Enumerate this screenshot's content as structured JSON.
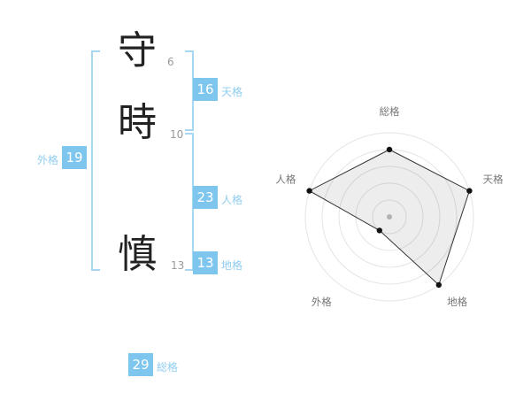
{
  "name": {
    "characters": [
      {
        "char": "守",
        "strokes": "6"
      },
      {
        "char": "時",
        "strokes": "10"
      },
      {
        "char": "慎",
        "strokes": "13"
      }
    ]
  },
  "kakusu": {
    "tenkaku": {
      "label": "天格",
      "value": "16"
    },
    "jinkaku": {
      "label": "人格",
      "value": "23"
    },
    "chikaku": {
      "label": "地格",
      "value": "13"
    },
    "gaikaku": {
      "label": "外格",
      "value": "19"
    },
    "soukaku": {
      "label": "総格",
      "value": "29"
    }
  },
  "colors": {
    "accent_box": "#7ec6ed",
    "accent_text": "#8fcdf0",
    "bracket": "#a8d7f3",
    "ring": "#e4e4e4",
    "polygon_fill": "rgba(0,0,0,0.07)",
    "polygon_stroke": "#333333",
    "vertex_dot": "#111111",
    "center_dot": "#b3b3b3",
    "axis_label": "#777777"
  },
  "chart_data": {
    "type": "radar",
    "axes": [
      "総格",
      "天格",
      "地格",
      "外格",
      "人格"
    ],
    "values": [
      4,
      5,
      5,
      1,
      5
    ],
    "max": 5,
    "rings": 5,
    "grid": "concentric-circles",
    "legend": "none"
  }
}
